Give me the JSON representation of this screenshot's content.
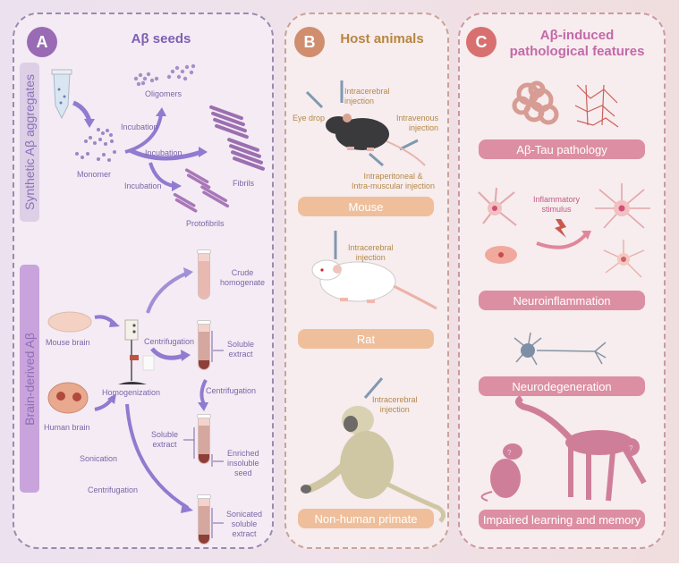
{
  "panels": {
    "A": {
      "badge": "A",
      "title": "Aβ seeds",
      "badge_color": "#9a6bb5",
      "sections": {
        "synthetic": {
          "label": "Synthetic Aβ aggregates",
          "items": {
            "monomer": "Monomer",
            "oligomers": "Oligomers",
            "fibrils": "Fibrils",
            "protofibrils": "Protofibrils",
            "incubation_1": "Incubation",
            "incubation_2": "Incubation",
            "incubation_3": "Incubation"
          }
        },
        "brain": {
          "label": "Brain-derived Aβ",
          "items": {
            "mouse_brain": "Mouse brain",
            "human_brain": "Human brain",
            "homogenization": "Homogenization",
            "crude_homogenate": "Crude\nhomogenate",
            "centrifugation_1": "Centrifugation",
            "soluble_extract_1": "Soluble\nextract",
            "centrifugation_2": "Centrifugation",
            "soluble_extract_2": "Soluble\nextract",
            "enriched_insoluble_seed": "Enriched\ninsoluble\nseed",
            "sonication": "Sonication",
            "centrifugation_3": "Centrifugation",
            "sonicated_soluble_extract": "Sonicated\nsoluble\nextract"
          }
        }
      }
    },
    "B": {
      "badge": "B",
      "title": "Host animals",
      "badge_color": "#d08e6e",
      "mouse": {
        "label": "Mouse",
        "routes": {
          "eye_drop": "Eye drop",
          "intracerebral": "Intracerebral\ninjection",
          "intravenous": "Intravenous\ninjection",
          "intraperitoneal": "Intraperitoneal &\nIntra-muscular injection"
        }
      },
      "rat": {
        "label": "Rat",
        "route": "Intracerebral\ninjection"
      },
      "primate": {
        "label": "Non-human primate",
        "route": "Intracerebral\ninjection"
      }
    },
    "C": {
      "badge": "C",
      "title": "Aβ-induced\npathological features",
      "badge_color": "#d97070",
      "features": [
        {
          "label": "Aβ-Tau pathology"
        },
        {
          "label": "Neuroinflammation",
          "note": "Inflammatory\nstimulus"
        },
        {
          "label": "Neurodegeneration"
        },
        {
          "label": "Impaired learning and memory"
        }
      ]
    }
  }
}
